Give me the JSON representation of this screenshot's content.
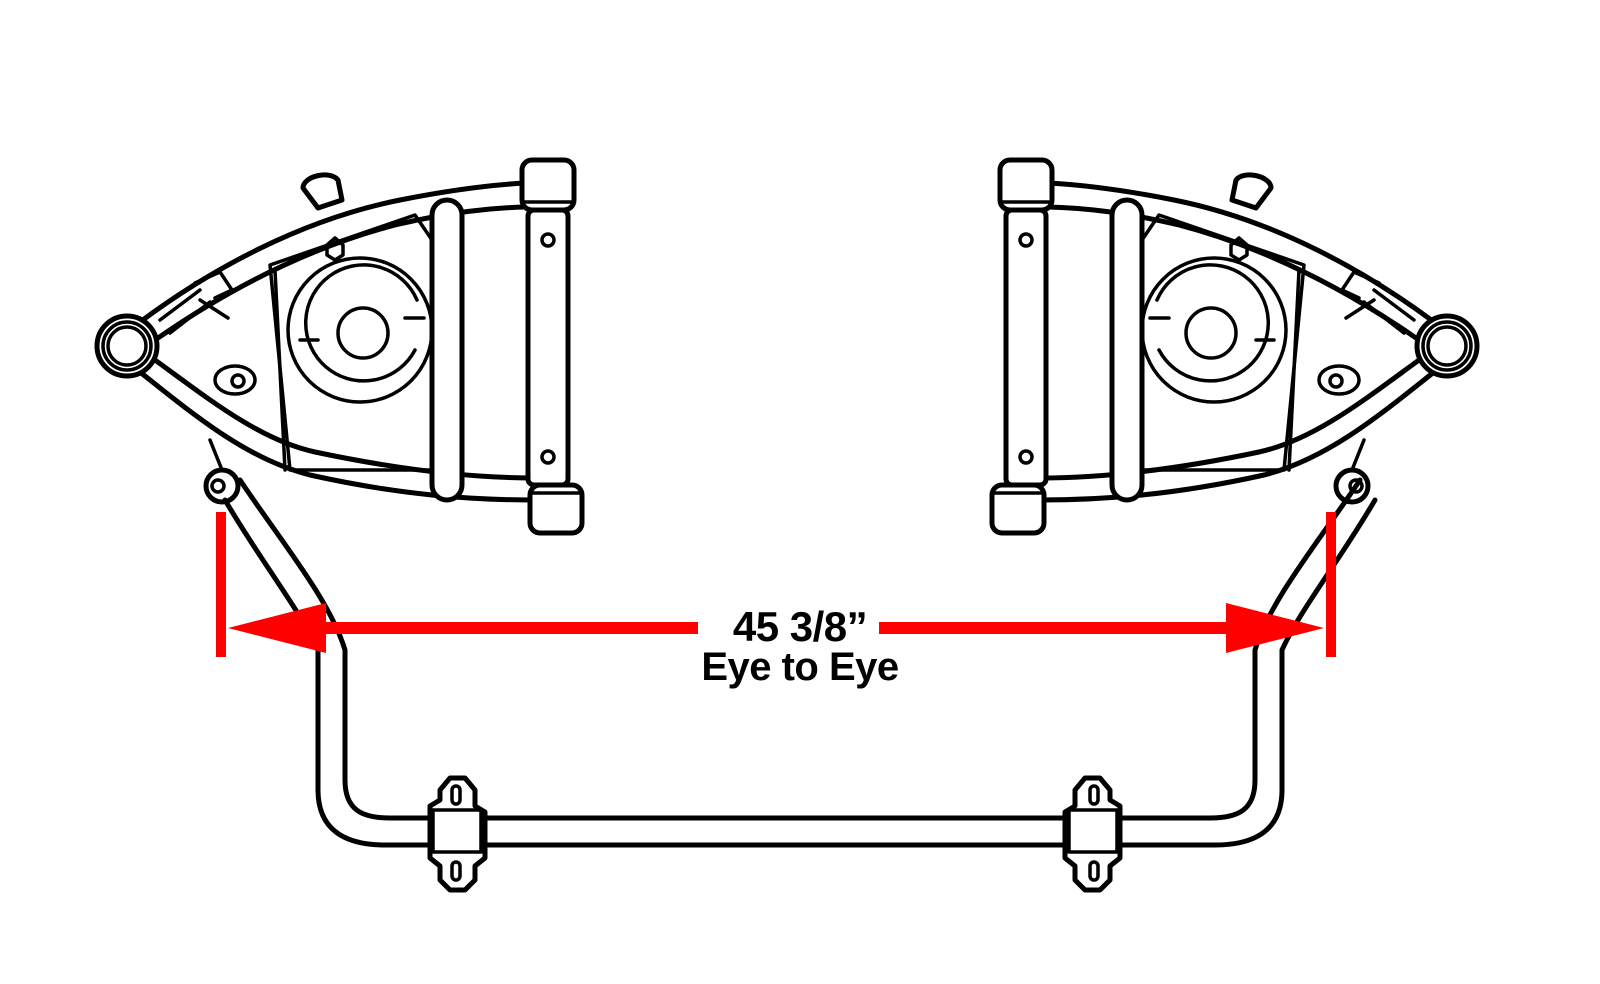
{
  "diagram": {
    "subject": "Front upper control arms with sway bar",
    "components": [
      {
        "name": "left-control-arm",
        "side": "left"
      },
      {
        "name": "right-control-arm",
        "side": "right"
      },
      {
        "name": "sway-bar",
        "bushings": 2
      }
    ],
    "dimension": {
      "value": "45 3/8”",
      "caption": "Eye to Eye",
      "color": "#ff0000",
      "from": "left sway bar eye",
      "to": "right sway bar eye"
    },
    "colors": {
      "line": "#000000",
      "background": "#ffffff",
      "dimension": "#ff0000"
    }
  }
}
